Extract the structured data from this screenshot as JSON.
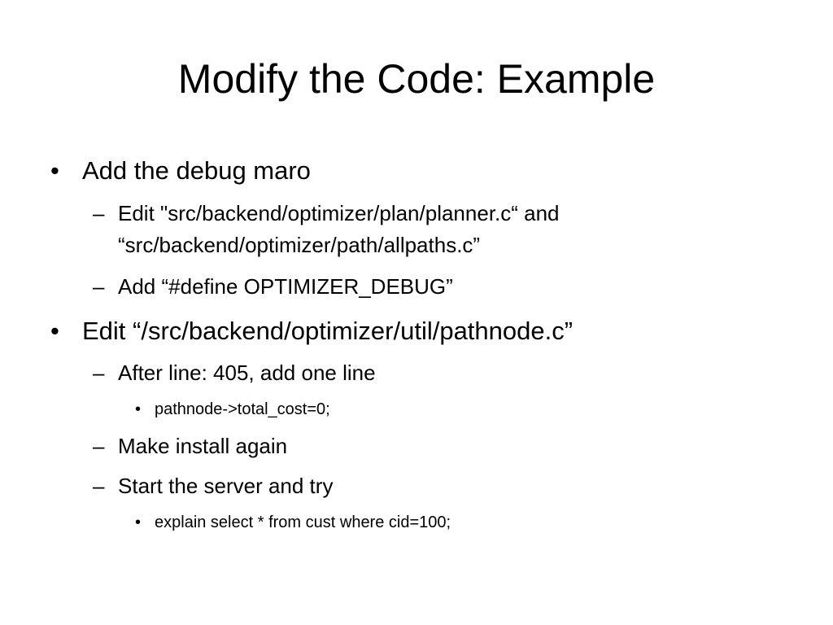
{
  "slide": {
    "title": "Modify the Code: Example",
    "bullets": [
      {
        "marker": "•",
        "text": "Add the debug maro",
        "children": [
          {
            "marker": "–",
            "lines": [
              "Edit \"src/backend/optimizer/plan/planner.c“ and",
              "“src/backend/optimizer/path/allpaths.c”"
            ]
          },
          {
            "marker": "–",
            "lines": [
              "Add “#define OPTIMIZER_DEBUG”"
            ]
          }
        ]
      },
      {
        "marker": "•",
        "text": "Edit “/src/backend/optimizer/util/pathnode.c”",
        "children": [
          {
            "marker": "–",
            "lines": [
              "After line: 405, add one line"
            ],
            "children": [
              {
                "marker": "•",
                "text": "pathnode->total_cost=0;"
              }
            ]
          },
          {
            "marker": "–",
            "lines": [
              "Make install again"
            ]
          },
          {
            "marker": "–",
            "lines": [
              "Start the server and try"
            ],
            "children": [
              {
                "marker": "•",
                "text": "explain select * from cust where cid=100;"
              }
            ]
          }
        ]
      }
    ]
  }
}
